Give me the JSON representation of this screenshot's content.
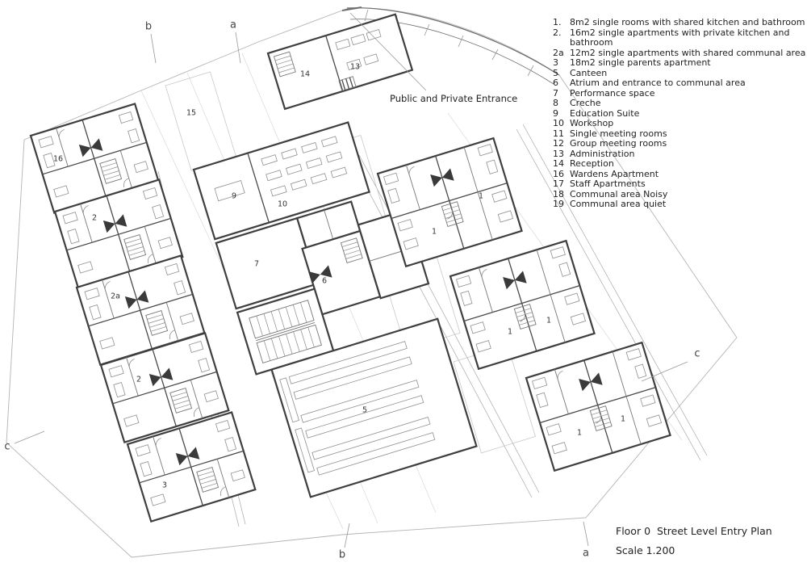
{
  "annotations": {
    "entrance_label": "Public and Private Entrance",
    "title": "Floor 0  Street Level Entry Plan",
    "scale": "Scale 1.200"
  },
  "legend": {
    "items": [
      {
        "num": "1.",
        "text": "8m2 single rooms with shared kitchen and bathroom"
      },
      {
        "num": "2.",
        "text": "16m2 single apartments with private kitchen and bathroom"
      },
      {
        "num": "2a",
        "text": "12m2 single apartments with shared communal area"
      },
      {
        "num": "3",
        "text": "18m2 single parents apartment"
      },
      {
        "num": "5",
        "text": "Canteen"
      },
      {
        "num": "6",
        "text": "Atrium and entrance to communal area"
      },
      {
        "num": "7",
        "text": "Performance space"
      },
      {
        "num": "8",
        "text": "Creche"
      },
      {
        "num": "9",
        "text": "Education Suite"
      },
      {
        "num": "10",
        "text": "Workshop"
      },
      {
        "num": "11",
        "text": "Single meeting rooms"
      },
      {
        "num": "12",
        "text": "Group meeting rooms"
      },
      {
        "num": "13",
        "text": "Administration"
      },
      {
        "num": "14",
        "text": "Reception"
      },
      {
        "num": "16",
        "text": "Wardens Apartment"
      },
      {
        "num": "17",
        "text": "Staff Apartments"
      },
      {
        "num": "18",
        "text": "Communal area Noisy"
      },
      {
        "num": "19",
        "text": "Communal area quiet"
      }
    ]
  },
  "plan": {
    "labels": {
      "wardens": "16",
      "walkway": "15",
      "reception": "14",
      "admin": "13",
      "apt2_upper": "2",
      "apt2a": "2a",
      "apt2_lower": "2",
      "apt3": "3",
      "education": "9",
      "workshop": "10",
      "performance": "7",
      "atrium": "6",
      "canteen": "5",
      "r1a": "1",
      "r1b": "1",
      "r1c": "1",
      "r1d": "1",
      "r1e": "1",
      "r1f": "1"
    },
    "sections": {
      "a_top": "a",
      "b_top": "b",
      "a_bottom": "a",
      "b_bottom": "b",
      "c_left": "c",
      "c_right": "c"
    }
  },
  "colors": {
    "wall": "#3f3f3f",
    "boundary": "#b4b4b4",
    "light_line": "#d2d2d2",
    "text": "#222222"
  }
}
